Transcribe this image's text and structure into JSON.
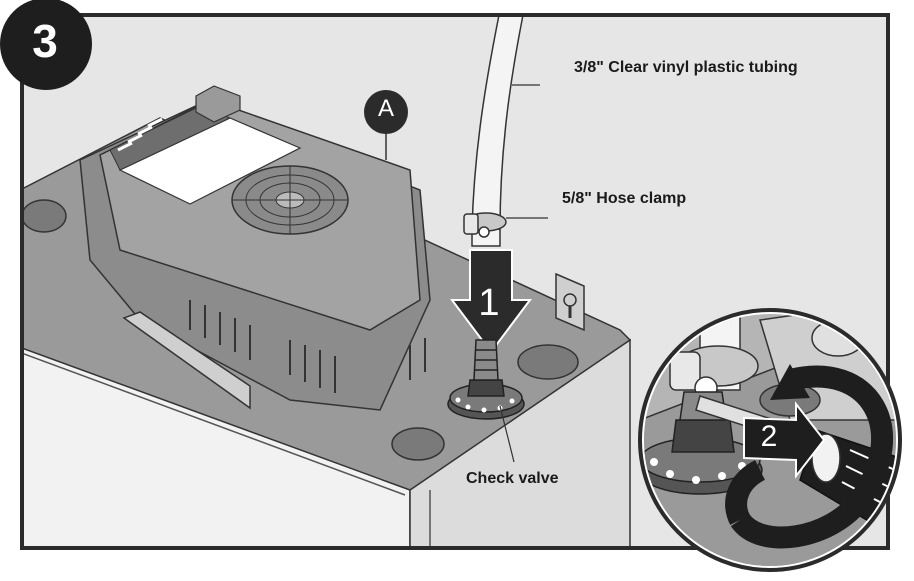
{
  "step": {
    "number": "3"
  },
  "callout": {
    "letter": "A"
  },
  "labels": {
    "tubing": "3/8\" Clear vinyl plastic tubing",
    "hose_clamp": "5/8\" Hose clamp",
    "check_valve": "Check valve"
  },
  "arrows": {
    "push_step": "1",
    "tighten_step": "2"
  },
  "colors": {
    "frame": "#2b2b2b",
    "panel_bg": "#e6e6e6",
    "pump_body": "#8c8c8c",
    "pump_top": "#a3a3a3",
    "outline": "#333333"
  }
}
